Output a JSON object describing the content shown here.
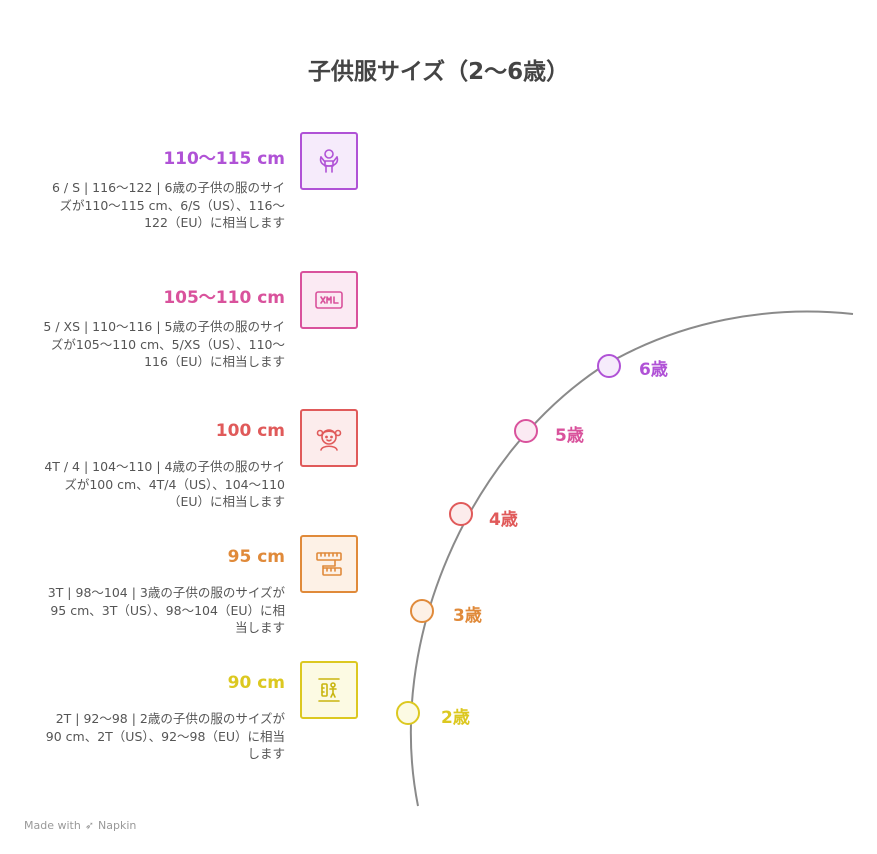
{
  "title": "子供服サイズ（2〜6歳）",
  "items": [
    {
      "heading": "110〜115 cm",
      "description": "6 / S | 116〜122 | 6歳の子供の服のサイズが110〜115 cm、6/S（US）、116〜122（EU）に相当します",
      "icon": "jump-rope-child-icon",
      "color": "#b052d6",
      "fill": "#f6ebfb",
      "age": "6歳"
    },
    {
      "heading": "105〜110 cm",
      "description": "5 / XS | 110〜116 | 5歳の子供の服のサイズが105〜110 cm、5/XS（US）、110〜116（EU）に相当します",
      "icon": "xml-tag-icon",
      "color": "#d9529c",
      "fill": "#fbeaf3",
      "age": "5歳"
    },
    {
      "heading": "100 cm",
      "description": "4T / 4 | 104〜110 | 4歳の子供の服のサイズが100 cm、4T/4（US）、104〜110（EU）に相当します",
      "icon": "girl-face-icon",
      "color": "#e05a5a",
      "fill": "#fcecec",
      "age": "4歳"
    },
    {
      "heading": "95 cm",
      "description": "3T | 98〜104 | 3歳の子供の服のサイズが95 cm、3T（US）、98〜104（EU）に相当します",
      "icon": "measuring-tape-icon",
      "color": "#e08a3a",
      "fill": "#fdf1e6",
      "age": "3歳"
    },
    {
      "heading": "90 cm",
      "description": "2T | 92〜98 | 2歳の子供の服のサイズが90 cm、2T（US）、92〜98（EU）に相当します",
      "icon": "height-chart-icon",
      "color": "#dcc820",
      "fill": "#fcfae3",
      "age": "2歳"
    }
  ],
  "footer": {
    "made_with": "Made with",
    "brand": "Napkin"
  }
}
